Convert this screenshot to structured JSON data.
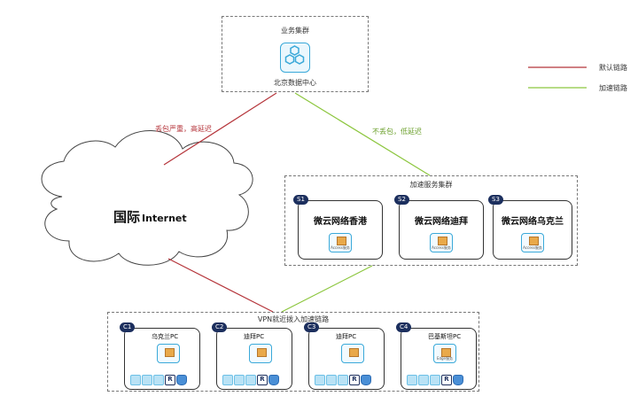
{
  "legend": {
    "default_link": "默认链路",
    "accel_link": "加速链路",
    "colors": {
      "default": "#b5353b",
      "accel": "#8cc63e"
    }
  },
  "business_cluster": {
    "title": "业务集群",
    "datacenter": "北京数据中心",
    "icon": "hexagon-cluster-icon"
  },
  "links": {
    "default_label": "丢包严重，高延迟",
    "accel_label": "不丢包，低延迟"
  },
  "internet": {
    "main": "国际",
    "suffix": "Internet"
  },
  "accel_cluster": {
    "title": "加速服务集群",
    "nodes": [
      {
        "badge": "S1",
        "name": "微云网络香港",
        "sub": "Access服务"
      },
      {
        "badge": "S2",
        "name": "微云网络迪拜",
        "sub": "Access服务"
      },
      {
        "badge": "S3",
        "name": "微云网络乌克兰",
        "sub": "Access服务"
      }
    ]
  },
  "vpn": {
    "title": "VPN就近拨入加速链路",
    "clients": [
      {
        "badge": "C1",
        "name": "乌克兰PC",
        "sub": ""
      },
      {
        "badge": "C2",
        "name": "迪拜PC",
        "sub": ""
      },
      {
        "badge": "C3",
        "name": "迪拜PC",
        "sub": ""
      },
      {
        "badge": "C4",
        "name": "巴基斯坦PC",
        "sub": "Edge服务"
      }
    ]
  }
}
